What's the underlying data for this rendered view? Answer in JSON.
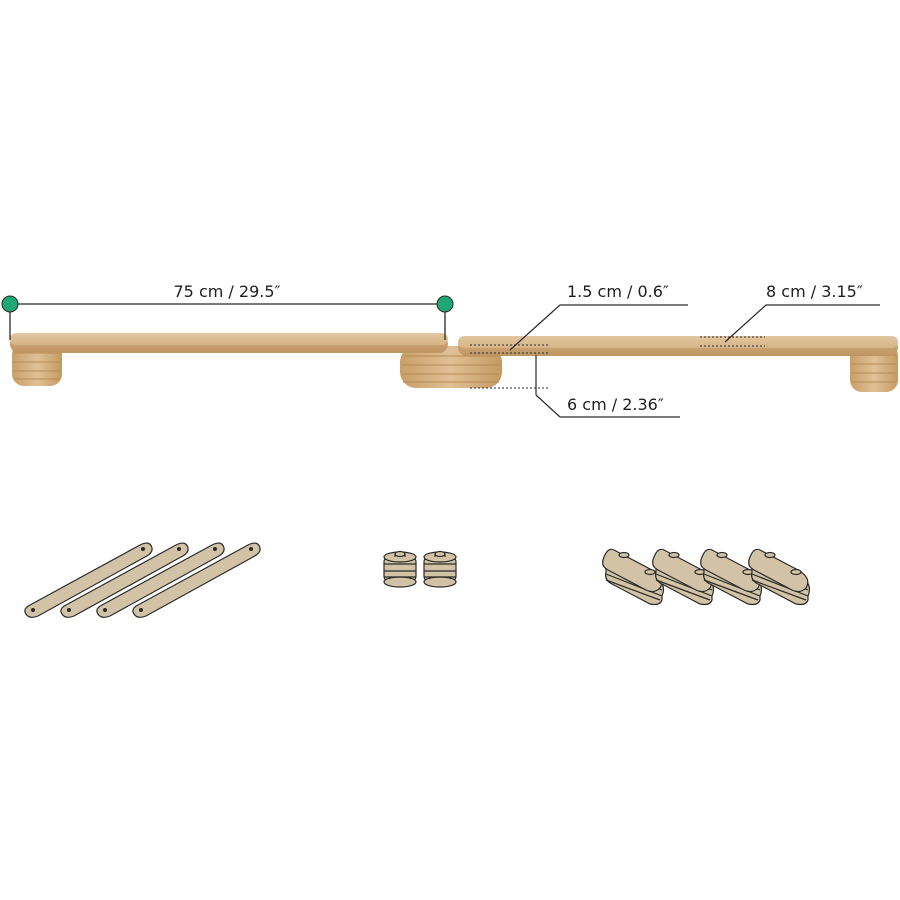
{
  "dimensions": {
    "length": "75 cm / 29.5″",
    "thickness": "1.5 cm / 0.6″",
    "width": "8 cm / 3.15″",
    "height": "6 cm / 2.36″"
  },
  "colors": {
    "wood_top": "#dcbc93",
    "wood_edge": "#c9a473",
    "wood_side": "#d6b07c",
    "wood_dark": "#b58a55",
    "marker": "#1fa777",
    "part_fill": "#d3c3a6",
    "part_stroke": "#2a2a2a",
    "line": "#2a2a2a"
  },
  "parts": {
    "straps": 4,
    "round_stacks": 2,
    "oval_stacks": 4
  }
}
